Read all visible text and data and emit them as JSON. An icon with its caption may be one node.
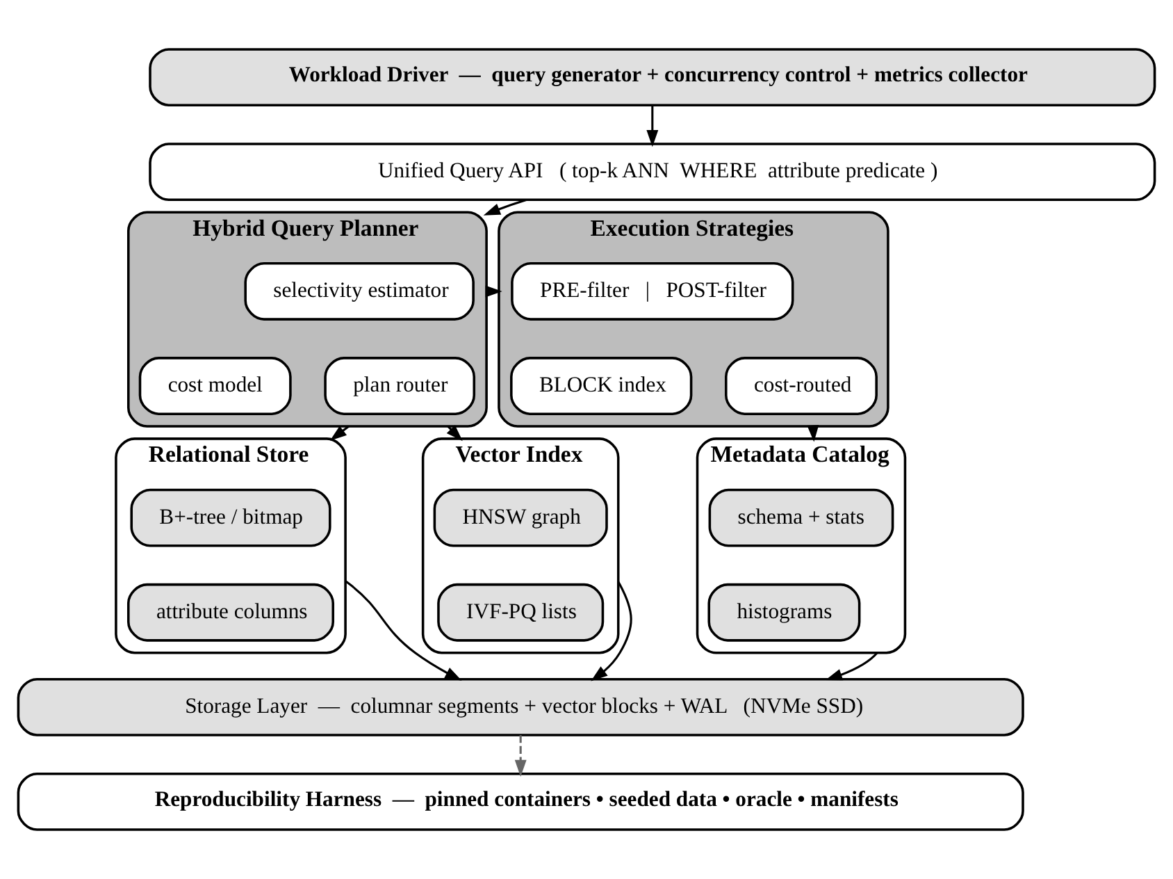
{
  "diagram": {
    "nodes": [
      {
        "text": [
          "Workload Driver  —  query generator + concurrency control + metrics collector"
        ]
      },
      {
        "text": [
          "Unified Query API   ( top-k ANN  WHERE  attribute predicate )"
        ]
      },
      {
        "text": [
          "Hybrid Query Planner"
        ]
      },
      {
        "text": [
          "selectivity estimator"
        ],
        "in": 2
      },
      {
        "text": [
          "cost model"
        ],
        "in": 2
      },
      {
        "text": [
          "plan router"
        ],
        "in": 2
      },
      {
        "text": [
          "Execution Strategies"
        ]
      },
      {
        "text": [
          "PRE-filter   |   POST-filter"
        ],
        "in": 6
      },
      {
        "text": [
          "BLOCK index"
        ],
        "in": 6
      },
      {
        "text": [
          "cost-routed"
        ],
        "in": 6
      },
      {
        "text": [
          "Relational Store"
        ]
      },
      {
        "text": [
          "B+-tree / bitmap"
        ],
        "in": 10
      },
      {
        "text": [
          "attribute columns"
        ],
        "in": 10
      },
      {
        "text": [
          "Vector Index"
        ]
      },
      {
        "text": [
          "HNSW graph"
        ],
        "in": 13
      },
      {
        "text": [
          "IVF-PQ lists"
        ],
        "in": 13
      },
      {
        "text": [
          "Metadata Catalog"
        ]
      },
      {
        "text": [
          "schema + stats"
        ],
        "in": 16
      },
      {
        "text": [
          "histograms"
        ],
        "in": 16
      },
      {
        "text": [
          "Storage Layer  —  columnar segments + vector blocks + WAL   (NVMe SSD)"
        ]
      },
      {
        "text": [
          "Reproducibility Harness  —  pinned containers • seeded data • oracle • manifests"
        ]
      }
    ],
    "edges": [
      {
        "from": 0,
        "to": 1,
        "arrow": "to"
      },
      {
        "from": 1,
        "to": 2,
        "arrow": "to"
      },
      {
        "from": 2,
        "to": 6,
        "arrow": "to"
      },
      {
        "from": 2,
        "to": 10,
        "arrow": "to"
      },
      {
        "from": 2,
        "to": 13,
        "arrow": "to"
      },
      {
        "from": 6,
        "to": 16,
        "arrow": "to"
      },
      {
        "from": 10,
        "to": 19,
        "arrow": "to"
      },
      {
        "from": 13,
        "to": 19,
        "arrow": "to"
      },
      {
        "from": 16,
        "to": 19,
        "arrow": "to"
      },
      {
        "from": 19,
        "to": 20,
        "arrow": "to",
        "style": "dashed",
        "color": "#666666"
      }
    ]
  }
}
